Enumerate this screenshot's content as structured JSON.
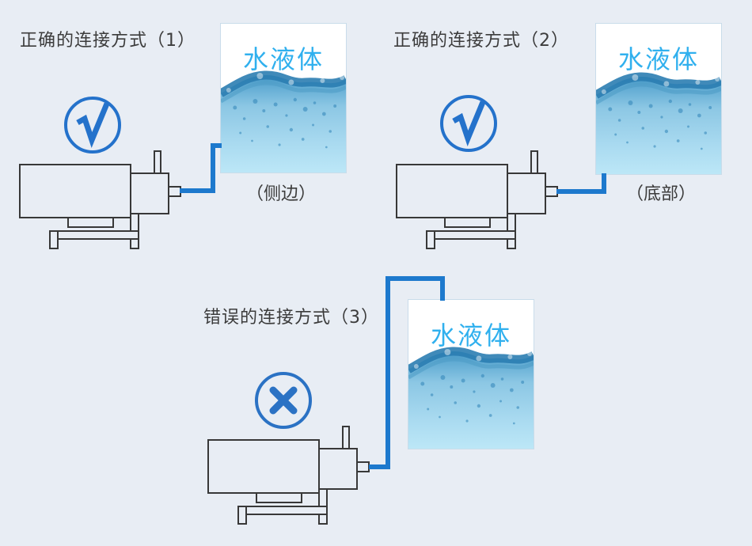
{
  "page": {
    "background_color": "#e8edf4",
    "description_icons": [
      "check-icon",
      "check-icon",
      "cross-icon"
    ]
  },
  "colors": {
    "pipe_blue": "#1d79cd",
    "status_blue": "#2472cb",
    "outline_gray": "#383838",
    "tank_text_cyan": "#30b0ee",
    "title_text": "#3c3c3c"
  },
  "diagrams": [
    {
      "title": "正确的连接方式（1）",
      "status": "correct",
      "status_icon": "check-icon",
      "tank_label": "水液体",
      "connection_label": "（侧边）"
    },
    {
      "title": "正确的连接方式（2）",
      "status": "correct",
      "status_icon": "check-icon",
      "tank_label": "水液体",
      "connection_label": "（底部）"
    },
    {
      "title": "错误的连接方式（3）",
      "status": "wrong",
      "status_icon": "cross-icon",
      "tank_label": "水液体",
      "connection_label": ""
    }
  ]
}
